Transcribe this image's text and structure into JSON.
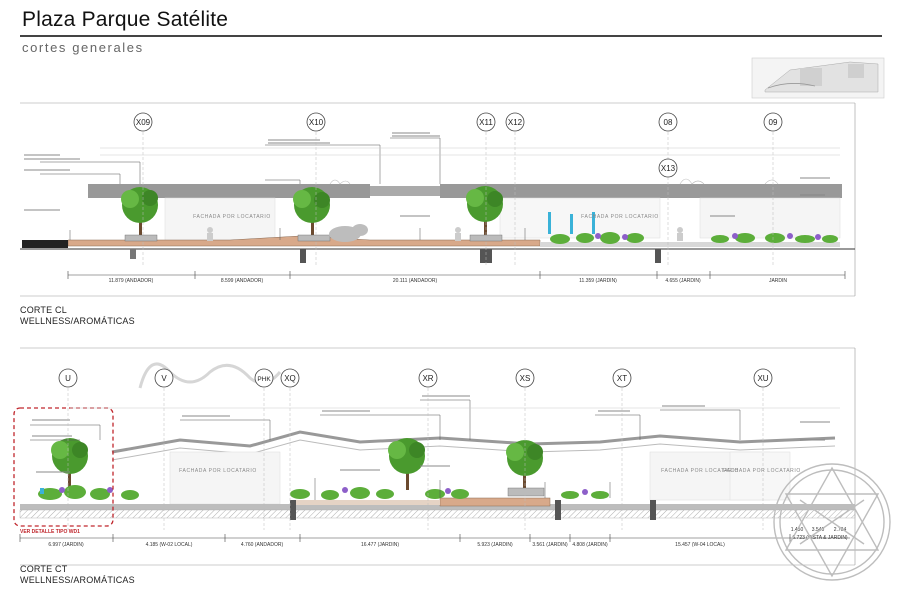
{
  "header": {
    "title": "Plaza Parque Satélite",
    "subtitle": "cortes generales"
  },
  "sections": [
    {
      "label": "CORTE CL",
      "sublabel": "WELLNESS/AROMÁTICAS",
      "axes": [
        "X09",
        "X10",
        "X11",
        "X12",
        "08",
        "09",
        "X13"
      ],
      "facade_labels": [
        "FACHADA POR LOCATARIO",
        "FACHADA POR LOCATARIO"
      ],
      "dimensions": [
        "11.879 (ANDADOR)",
        "8.599 (ANDADOR)",
        "20.111 (ANDADOR)",
        "11.359 (JARDIN)",
        "4.655 (JARDIN)",
        "JARDIN"
      ]
    },
    {
      "label": "CORTE CT",
      "sublabel": "WELLNESS/AROMÁTICAS",
      "axes": [
        "U",
        "V",
        "PHK",
        "XQ",
        "XR",
        "XS",
        "XT",
        "XU"
      ],
      "facade_labels": [
        "FACHADA POR LOCATARIO",
        "FACHADA POR LOCATARIO",
        "FACHADA POR LOCATARIO"
      ],
      "detail_callout": "VER DETALLE TIPO WD1",
      "dimensions": [
        "6.997 (JARDIN)",
        "4.185 (W-02 LOCAL)",
        "4.760 (ANDADOR)",
        "16.477 (JARDIN)",
        "5.923 (JARDIN)",
        "3.561 (JARDIN)",
        "4.808 (JARDIN)",
        "15.457 (W-04 LOCAL)"
      ],
      "right_dimensions": [
        "1.450",
        "3.540",
        "2.704",
        "6.723 (PISTA & JARDIN)"
      ]
    }
  ],
  "colors": {
    "paving": "#d8a98a",
    "tree": "#4a9a2e",
    "plants": "#5cae3a",
    "flower": "#8d5fc9",
    "water": "#3ab2d8",
    "detail_box": "#c0272d",
    "ground_band": "#bdbdbd"
  }
}
